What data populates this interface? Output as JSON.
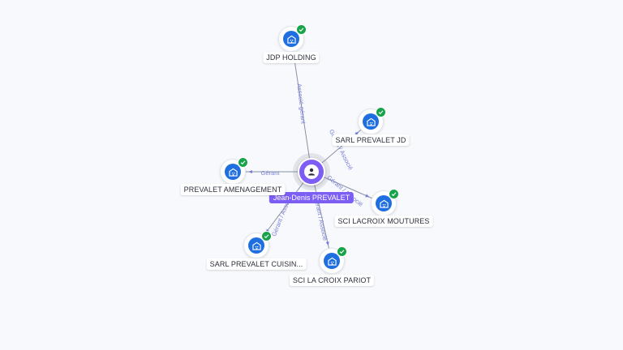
{
  "center": {
    "name": "Jean-Denis PREVALET",
    "icon": "person-icon",
    "color": "#7c5ef4"
  },
  "companies": [
    {
      "key": "jdp",
      "name": "JDP HOLDING",
      "icon": "building-icon",
      "verified": true
    },
    {
      "key": "sarl_jd",
      "name": "SARL PREVALET JD",
      "icon": "building-icon",
      "verified": true
    },
    {
      "key": "amenagement",
      "name": "PREVALET AMENAGEMENT",
      "icon": "building-icon",
      "verified": true
    },
    {
      "key": "lacroix",
      "name": "SCI LACROIX MOUTURES",
      "icon": "building-icon",
      "verified": true
    },
    {
      "key": "cuisine",
      "name": "SARL PREVALET CUISIN...",
      "icon": "building-icon",
      "verified": true
    },
    {
      "key": "pariot",
      "name": "SCI LA CROIX PARIOT",
      "icon": "building-icon",
      "verified": true
    }
  ],
  "edges": [
    {
      "target": "jdp",
      "label": "Associé-gérant"
    },
    {
      "target": "sarl_jd",
      "label": "Gérant / Associé"
    },
    {
      "target": "amenagement",
      "label": "Gérant"
    },
    {
      "target": "lacroix",
      "label": "Gérant / Associé"
    },
    {
      "target": "cuisine",
      "label": "Gérant / Associé"
    },
    {
      "target": "pariot",
      "label": "Gérant / Associé"
    }
  ],
  "colors": {
    "company_icon": "#1f6fe0",
    "verified_badge": "#17a34a",
    "edge": "#8a93a3",
    "edge_label": "#7b7fd4"
  }
}
